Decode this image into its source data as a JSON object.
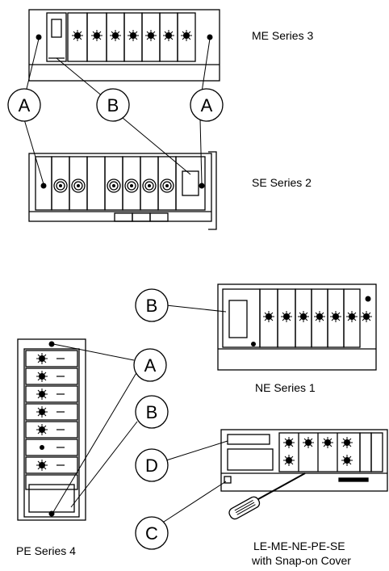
{
  "callouts": {
    "a": "A",
    "b": "B",
    "c": "C",
    "d": "D"
  },
  "panels": {
    "me": "ME Series 3",
    "se": "SE Series 2",
    "ne": "NE Series 1",
    "pe": "PE Series 4",
    "le_line1": "LE-ME-NE-PE-SE",
    "le_line2": "with Snap-on Cover"
  }
}
